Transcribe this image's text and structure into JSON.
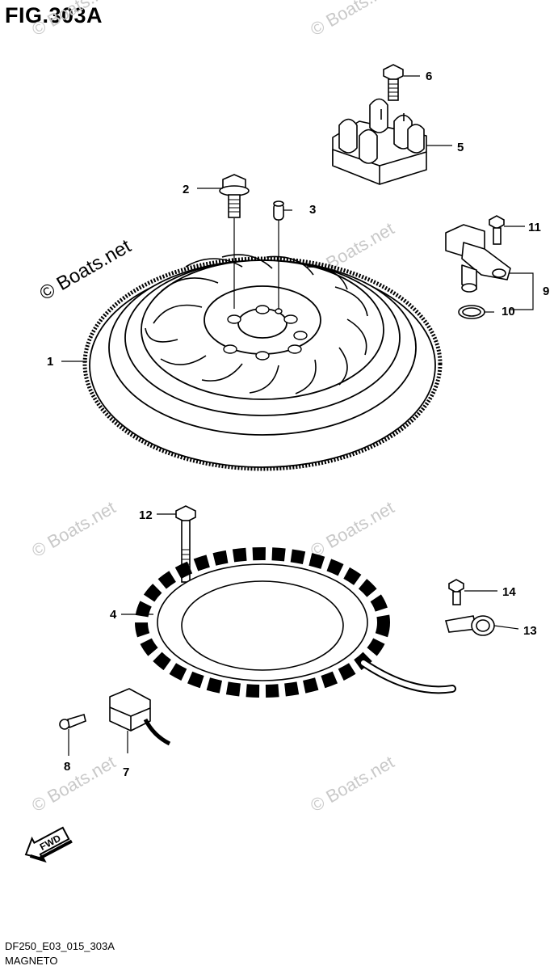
{
  "figure": {
    "title": "FIG.303A",
    "code": "DF250_E03_015_303A",
    "name": "MAGNETO",
    "fwd_label": "FWD"
  },
  "watermark": "© Boats.net",
  "callouts": [
    "1",
    "2",
    "3",
    "4",
    "5",
    "6",
    "7",
    "8",
    "9",
    "10",
    "11",
    "12",
    "13",
    "14"
  ]
}
